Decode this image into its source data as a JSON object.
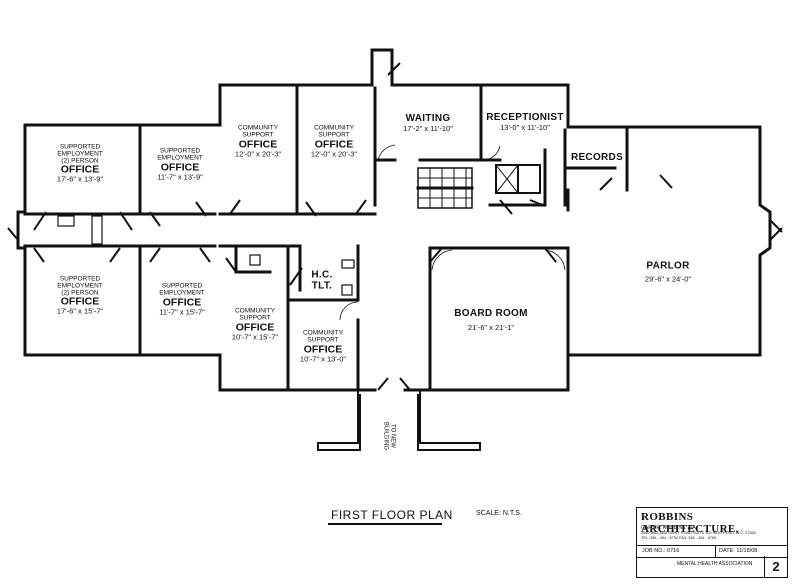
{
  "plan": {
    "title": "FIRST FLOOR PLAN",
    "scale": "SCALE: N.T.S.",
    "arrow_note_line1": "TO NEW",
    "arrow_note_line2": "BUILDING"
  },
  "rooms": {
    "office_tl": {
      "line1": "SUPPORTED",
      "line2": "EMPLOYMENT",
      "line3": "(2) PERSON",
      "name": "OFFICE",
      "dim": "17'-6\" x 13'-9\""
    },
    "office_tl2": {
      "line1": "SUPPORTED",
      "line2": "EMPLOYMENT",
      "name": "OFFICE",
      "dim": "11'-7\" x 13'-9\""
    },
    "office_bl": {
      "line1": "SUPPORTED",
      "line2": "EMPLOYMENT",
      "line3": "(2) PERSON",
      "name": "OFFICE",
      "dim": "17'-6\" x 15'-7\""
    },
    "office_bl2": {
      "line1": "SUPPORTED",
      "line2": "EMPLOYMENT",
      "name": "OFFICE",
      "dim": "11'-7\" x 15'-7\""
    },
    "cs_top1": {
      "line1": "COMMUNITY",
      "line2": "SUPPORT",
      "name": "OFFICE",
      "dim": "12'-0\" x 20'-3\""
    },
    "cs_top2": {
      "line1": "COMMUNITY",
      "line2": "SUPPORT",
      "name": "OFFICE",
      "dim": "12'-0\" x 20'-3\""
    },
    "cs_bot1": {
      "line1": "COMMUNITY",
      "line2": "SUPPORT",
      "name": "OFFICE",
      "dim": "10'-7\" x 15'-7\""
    },
    "cs_bot2": {
      "line1": "COMMUNITY",
      "line2": "SUPPORT",
      "name": "OFFICE",
      "dim": "10'-7\" x 13'-0\""
    },
    "waiting": {
      "name": "WAITING",
      "dim": "17'-2\" x 11'-10\""
    },
    "receptionist": {
      "name": "RECEPTIONIST",
      "dim": "13'-0\" x 11'-10\""
    },
    "records": {
      "name": "RECORDS"
    },
    "hc_tlt": {
      "line1": "H.C.",
      "line2": "TLT."
    },
    "board_room": {
      "name": "BOARD ROOM",
      "dim": "21'-6\" x 21'-1\""
    },
    "parlor": {
      "name": "PARLOR",
      "dim": "29'-6\" x 24'-0\""
    }
  },
  "title_block": {
    "firm": "ROBBINS ARCHITECTURE,",
    "architect": "GARY R. ROBBINS, AIA",
    "address": "2640 WILLARD DAIRY ROAD SUITE 102 HIGH POINT, N.C. 27265",
    "phone": "TEL: 336 - 454 - 6752   FAX: 336 - 454 - 6765",
    "job_no": "JOB NO.: 0716",
    "date": "DATE: 11/18/08",
    "client": "MENTAL HEALTH ASSOCIATION",
    "sheet": "2"
  }
}
